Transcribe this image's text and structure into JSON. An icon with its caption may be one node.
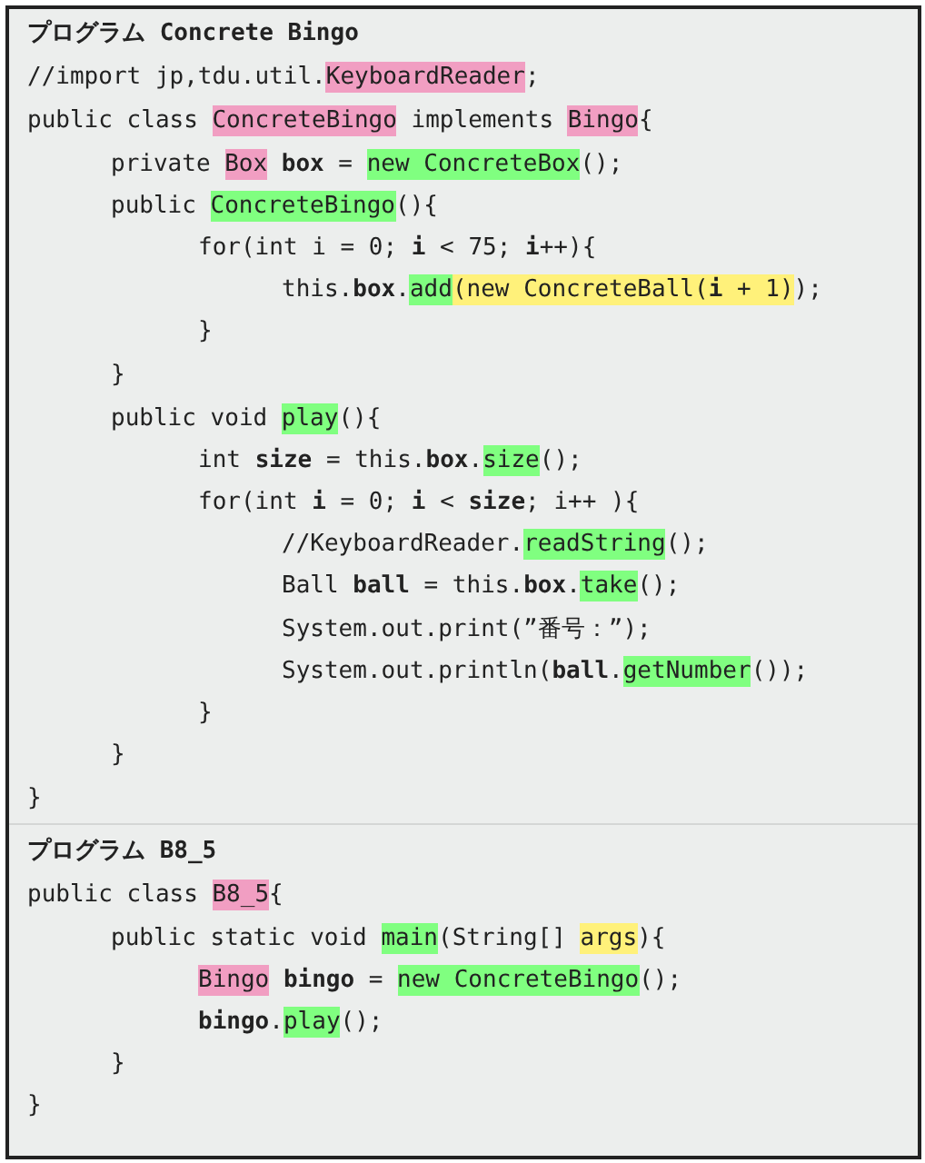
{
  "diagram": {
    "labels": [
      "プログラム Concrete Bingo",
      "//import jp,tdu.util.",
      "KeyboardReader",
      ";",
      "public class",
      "ConcreteBingo",
      "implements",
      "Bingo",
      "{",
      "private",
      "Box",
      "**box** =",
      "new ConcreteBox",
      "();",
      "public",
      "ConcreteBingo",
      "(){",
      "for(int i = 0; **i** < 75; **i**++){",
      "this.**box**.",
      "add",
      "(new ConcreteBall(**i** + 1)",
      ");",
      "}",
      "}",
      "public void",
      "play",
      "(){",
      "int **size** = this.**box**.",
      "size",
      "();",
      "for(int **i** = 0; **i** < **size**; i++ ){",
      "//KeyboardReader.",
      "readString",
      "();",
      "Ball **ball** = this.**box**.",
      "take",
      "();",
      "System.out.print(”番号：”);",
      "System.out.println(**ball**.",
      "getNumber",
      "());",
      "}",
      "}",
      "}",
      "プログラム B8_5",
      "public class",
      "B8_5",
      "{",
      "public static void",
      "main",
      "(String[]",
      "args",
      "){",
      "Bingo",
      "**bingo** =",
      "new ConcreteBingo",
      "();",
      "**bingo**.",
      "play",
      "();",
      "}",
      "}"
    ]
  }
}
